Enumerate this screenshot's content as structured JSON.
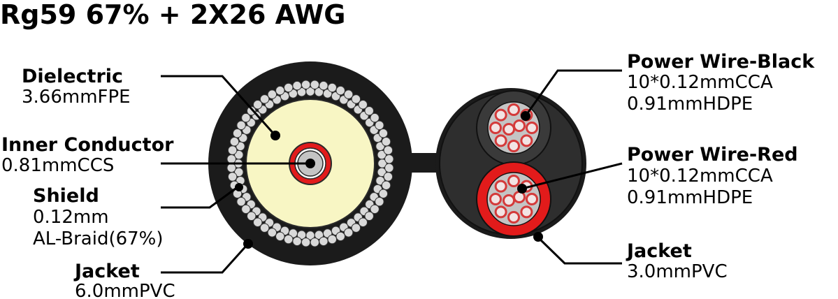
{
  "title": "Rg59 67% + 2X26 AWG",
  "labels": {
    "dielectric": {
      "name": "Dielectric",
      "lines": [
        "3.66mmFPE"
      ]
    },
    "inner": {
      "name": "Inner Conductor",
      "lines": [
        "0.81mmCCS"
      ]
    },
    "shield": {
      "name": "Shield",
      "lines": [
        "0.12mm",
        "AL-Braid(67%)"
      ]
    },
    "jacket_left": {
      "name": "Jacket",
      "lines": [
        "6.0mmPVC"
      ]
    },
    "power_black": {
      "name": "Power Wire-Black",
      "lines": [
        "10*0.12mmCCA",
        "0.91mmHDPE"
      ]
    },
    "power_red": {
      "name": "Power Wire-Red",
      "lines": [
        "10*0.12mmCCA",
        "0.91mmHDPE"
      ]
    },
    "jacket_right": {
      "name": "Jacket",
      "lines": [
        "3.0mmPVC"
      ]
    }
  },
  "colors": {
    "jacket": "#1b1b1b",
    "jacket_inner": "#2e2e2e",
    "dielectric": "#f8f6c4",
    "braid_strand": "#d9d9d9",
    "conductor": "#c4c4c4",
    "insulation_red": "#e21b1b",
    "power_black_insulation": "#3a3a3a",
    "strand_red": "#d43a3a"
  }
}
